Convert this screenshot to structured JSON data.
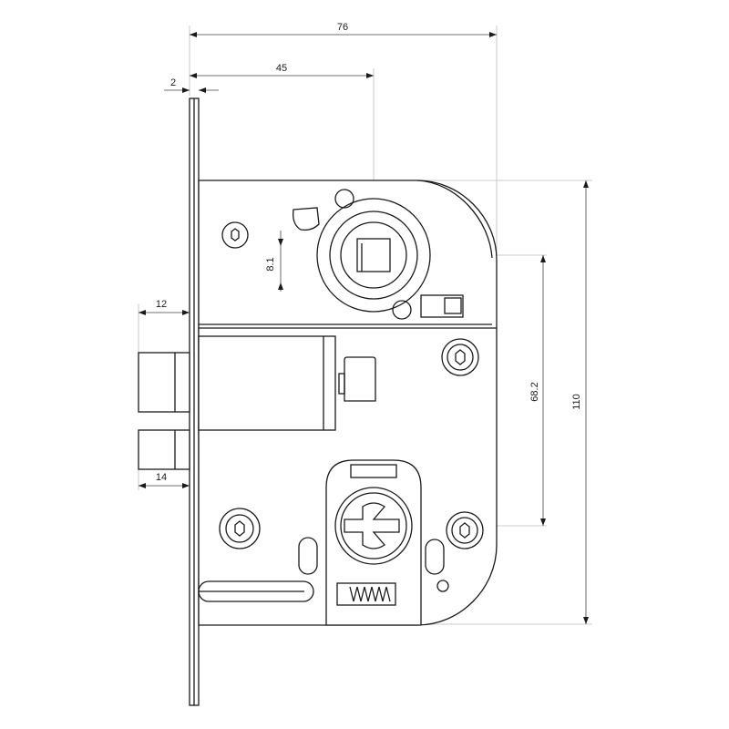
{
  "dimensions": {
    "overall_width": "76",
    "backset": "45",
    "faceplate_thickness": "2",
    "latch_projection": "12",
    "deadbolt_projection": "14",
    "square_spindle": "8.1",
    "center_distance": "68.2",
    "case_height": "110"
  },
  "colors": {
    "line": "#1a1a1a",
    "extension_line": "#bdbdbd",
    "background": "#ffffff"
  }
}
